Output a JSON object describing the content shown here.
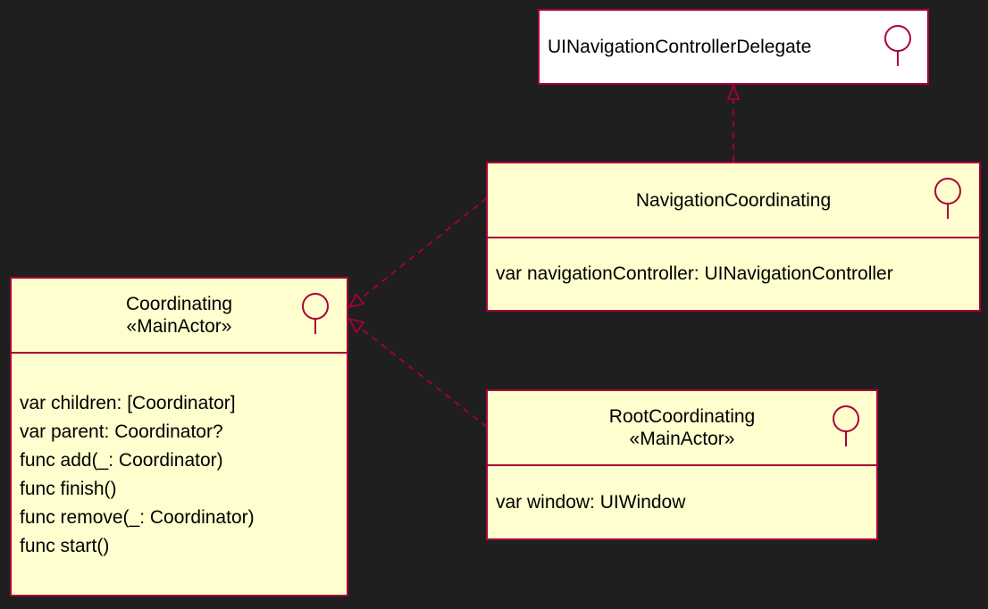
{
  "diagram": {
    "interfaces": [
      {
        "id": "ui-nav-delegate",
        "name": "UINavigationControllerDelegate",
        "stereotype": "",
        "members": []
      },
      {
        "id": "navigation-coordinating",
        "name": "NavigationCoordinating",
        "stereotype": "",
        "members": [
          "var navigationController: UINavigationController"
        ]
      },
      {
        "id": "coordinating",
        "name": "Coordinating",
        "stereotype": "«MainActor»",
        "members": [
          "var children: [Coordinator]",
          "var parent: Coordinator?",
          "func add(_: Coordinator)",
          "func finish()",
          "func remove(_: Coordinator)",
          "func start()"
        ]
      },
      {
        "id": "root-coordinating",
        "name": "RootCoordinating",
        "stereotype": "«MainActor»",
        "members": [
          "var window: UIWindow"
        ]
      }
    ],
    "relations": [
      {
        "from": "navigation-coordinating",
        "to": "ui-nav-delegate",
        "type": "realization"
      },
      {
        "from": "navigation-coordinating",
        "to": "coordinating",
        "type": "realization"
      },
      {
        "from": "root-coordinating",
        "to": "coordinating",
        "type": "realization"
      }
    ],
    "colors": {
      "background": "#1f1f1f",
      "border": "#a80036",
      "fill": "#fefece",
      "fill_plain": "#ffffff"
    }
  }
}
